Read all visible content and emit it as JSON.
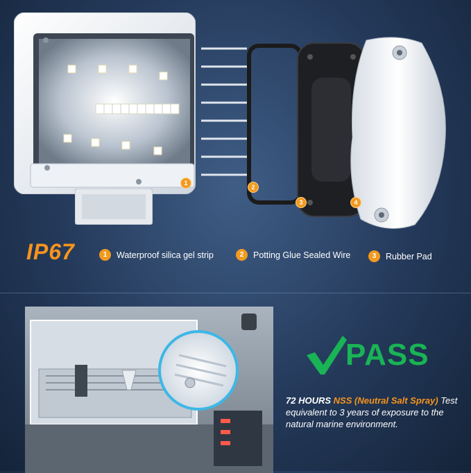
{
  "rating": {
    "label": "IP67",
    "color": "#f7941d"
  },
  "features": [
    {
      "number": "1",
      "label": "Waterproof silica gel strip"
    },
    {
      "number": "2",
      "label": "Potting Glue Sealed Wire"
    },
    {
      "number": "3",
      "label": "Rubber Pad"
    }
  ],
  "callouts": [
    "1",
    "2",
    "3",
    "4"
  ],
  "test": {
    "result": "PASS",
    "duration": "72 HOURS",
    "test_name": "NSS (Neutral Salt Spray)",
    "description_rest": "Test equivalent to 3 years of exposure to the natural marine environment."
  },
  "colors": {
    "accent": "#f7941d",
    "pass": "#19b455",
    "background": "#24395a"
  }
}
